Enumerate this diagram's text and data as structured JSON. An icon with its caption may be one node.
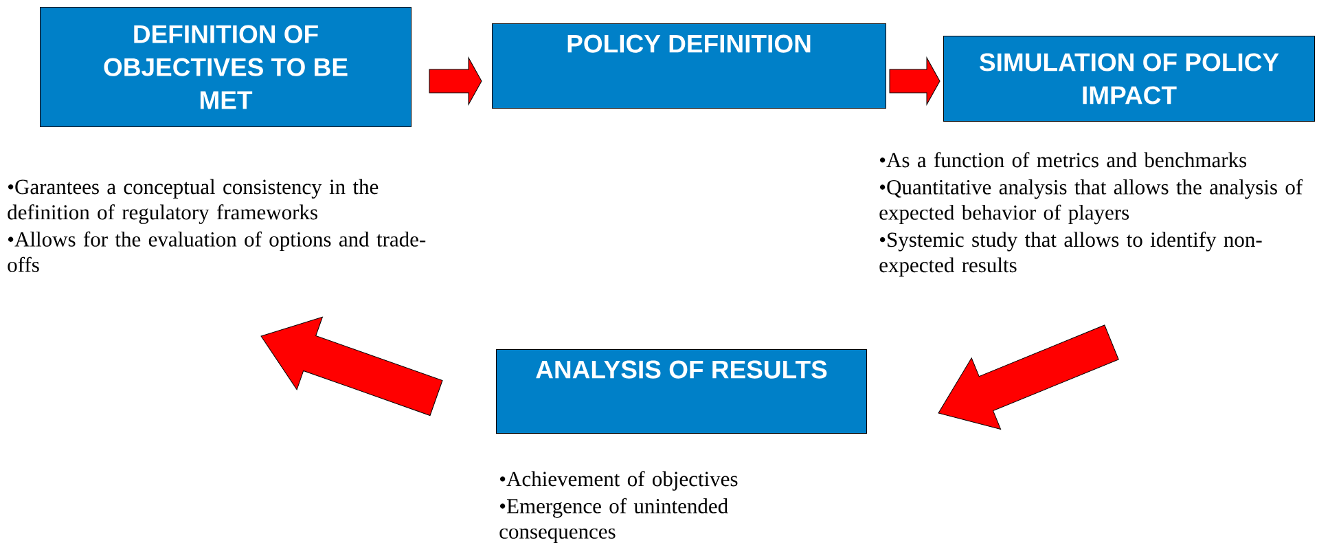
{
  "diagram": {
    "nodes": [
      {
        "text": [
          "DEFINITION OF OBJECTIVES TO BE MET"
        ],
        "beside": [
          "•Garantees a conceptual consistency in the definition of regulatory frameworks",
          "•Allows for the evaluation of options and trade-offs"
        ]
      },
      {
        "text": [
          "POLICY DEFINITION"
        ]
      },
      {
        "text": [
          "SIMULATION OF POLICY IMPACT"
        ],
        "beside": [
          "•As a function of metrics and benchmarks",
          "•Quantitative analysis that allows the analysis of expected behavior of players",
          "•Systemic study that allows to identify non-expected results"
        ]
      },
      {
        "text": [
          "ANALYSIS OF RESULTS"
        ],
        "beside": [
          "•Achievement of objectives",
          "•Emergence of unintended consequences"
        ]
      }
    ],
    "edges": [
      {
        "from": 0,
        "to": 1,
        "arrow": "to"
      },
      {
        "from": 1,
        "to": 2,
        "arrow": "to"
      },
      {
        "from": 2,
        "to": 3,
        "arrow": "to"
      },
      {
        "from": 3,
        "to": 0,
        "arrow": "to"
      }
    ]
  }
}
